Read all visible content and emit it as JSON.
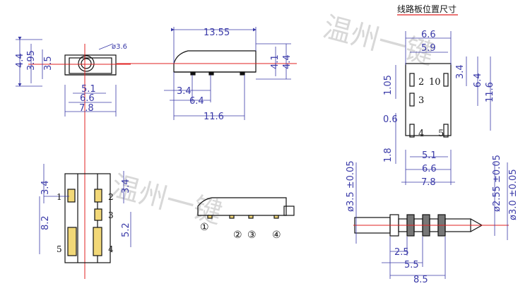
{
  "title": "线路板位置尺寸",
  "watermark": {
    "a": "温州一键",
    "b": "温州一键"
  },
  "dims": {
    "tl_44": "4.4",
    "tl_395": "3.95",
    "tl_35": "3.5",
    "tl_phi36": "ø3.6",
    "tl_51": "5.1",
    "tl_66": "6.6",
    "tl_78": "7.8",
    "tc_1355": "13.55",
    "tc_41": "4.1",
    "tc_44": "4.4",
    "tc_34": "3.4",
    "tc_64": "6.4",
    "tc_116": "11.6",
    "bl_34a": "3.4",
    "bl_34b": "3.4",
    "bl_82": "8.2",
    "bl_52": "5.2",
    "r_66": "6.6",
    "r_59": "5.9",
    "r_34": "3.4",
    "r_64": "6.4",
    "r_116": "11.6",
    "r_105": "1.05",
    "r_06": "0.6",
    "r_18": "1.8",
    "r_51": "5.1",
    "r_66b": "6.6",
    "r_78": "7.8",
    "p_35": "ø3.5 ±0.05",
    "p_255": "ø2.55 ±0.05",
    "p_30": "ø3.0 ±0.05",
    "p_25": "2.5",
    "p_55": "5.5",
    "p_85": "8.5"
  },
  "pins": {
    "bl_1": "1",
    "bl_2": "2",
    "bl_3": "3",
    "bl_4": "4",
    "bl_5": "5",
    "sv_1": "①",
    "sv_2": "②",
    "sv_3": "③",
    "sv_4": "④",
    "pcb_2": "2",
    "pcb_10": "10",
    "pcb_3": "3",
    "pcb_4": "4",
    "pcb_5": "5"
  },
  "colors": {
    "dim": "#3a3aa8",
    "outline": "#111111",
    "center": "#e02020",
    "pad": "#f2d878"
  }
}
